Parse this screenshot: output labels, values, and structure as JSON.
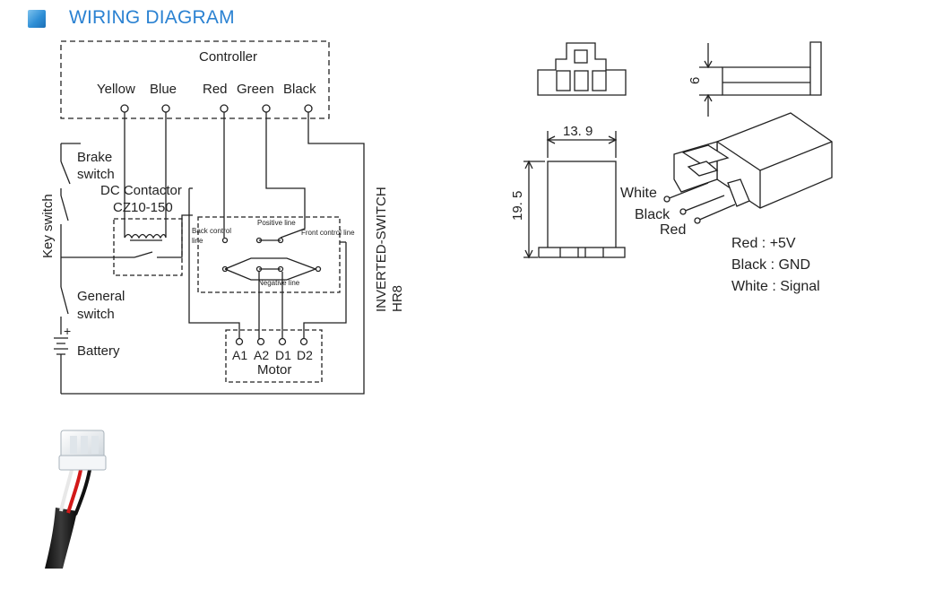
{
  "header": {
    "title": "WIRING DIAGRAM"
  },
  "controller": {
    "title": "Controller",
    "terminals": [
      "Yellow",
      "Blue",
      "Red",
      "Green",
      "Black"
    ]
  },
  "switches": {
    "brake_1": "Brake",
    "brake_2": "switch",
    "key": "Key switch",
    "general_1": "General",
    "general_2": "switch"
  },
  "contactor": {
    "line1": "DC Contactor",
    "line2": "CZ10-150"
  },
  "inverter": {
    "back_control_1": "Back control",
    "back_control_2": "line",
    "positive_line": "Positive line",
    "front_control_line": "Front control line",
    "negative_line": "Negative line",
    "name": "INVERTED-SWITCH",
    "model": "HR8"
  },
  "battery": {
    "label": "Battery",
    "plus": "+"
  },
  "motor": {
    "label": "Motor",
    "terminals": [
      "A1",
      "A2",
      "D1",
      "D2"
    ]
  },
  "connector": {
    "width_dim": "13. 9",
    "height_dim": "19. 5",
    "depth_dim": "6",
    "pin_labels": [
      "White",
      "Black",
      "Red"
    ],
    "legend": [
      "Red : +5V",
      "Black : GND",
      "White : Signal"
    ]
  }
}
